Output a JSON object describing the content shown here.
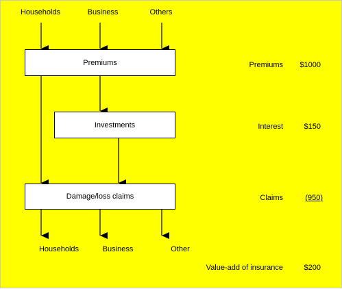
{
  "diagram": {
    "sources": {
      "households": "Households",
      "business": "Business",
      "others": "Others"
    },
    "boxes": {
      "premiums": "Premiums",
      "investments": "Investments",
      "claims": "Damage/loss claims"
    },
    "destinations": {
      "households": "Households",
      "business": "Business",
      "other": "Other"
    }
  },
  "summary": {
    "premiums": {
      "label": "Premiums",
      "value": "$1000"
    },
    "interest": {
      "label": "Interest",
      "value": "$150"
    },
    "claims": {
      "label": "Claims",
      "value": "(950)"
    },
    "value_add": {
      "label": "Value-add of insurance",
      "value": "$200"
    }
  },
  "colors": {
    "background": "#ffff00",
    "box_fill": "#ffffff",
    "line": "#000000"
  }
}
